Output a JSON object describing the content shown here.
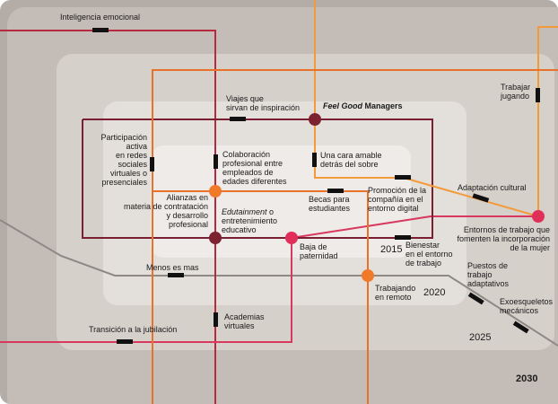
{
  "colors": {
    "background": "#b4aca6",
    "ring_2030": "#c4bdb7",
    "ring_2025": "#d6d0cb",
    "ring_2020": "#e3dfdb",
    "ring_2015": "#eeebe8",
    "line_dark_red": "#7a1f31",
    "line_red": "#b8283f",
    "line_orange": "#f39a3b",
    "line_dark_orange": "#e8722a",
    "line_grey": "#8e8984",
    "station_dark_red": "#7d2231",
    "station_pink": "#e0305a",
    "station_orange": "#f07a2a",
    "tick": "#111111"
  },
  "years": [
    "2015",
    "2020",
    "2025",
    "2030"
  ],
  "labels": {
    "inteligencia": "Inteligencia emocional",
    "viajes_1": "Viajes que",
    "viajes_2": "sirvan de inspiración",
    "feel_good_it": "Feel Good",
    "feel_good_rest": " Managers",
    "participacion": [
      "Participación",
      "activa",
      "en redes",
      "sociales",
      "virtuales o",
      "presenciales"
    ],
    "colaboracion": [
      "Colaboración",
      "profesional entre",
      "empleados de",
      "edades diferentes"
    ],
    "cara_amable": [
      "Una cara amable",
      "detrás del sobre"
    ],
    "trabajar_jugando": [
      "Trabajar",
      "jugando"
    ],
    "adaptacion": "Adaptación cultural",
    "promocion": [
      "Promoción de la",
      "compañía en el",
      "entorno digital"
    ],
    "becas": [
      "Becas para",
      "estudiantes"
    ],
    "alianzas": [
      "Alianzas en",
      "materia de contratación",
      "y desarrollo",
      "profesional"
    ],
    "edutainment_it": "Edutainment",
    "edutainment_rest": " o",
    "edutainment_2": [
      "entretenimiento",
      "educativo"
    ],
    "entornos": [
      "Entornos de trabajo que",
      "fomenten la incorporación",
      "de la mujer"
    ],
    "baja": [
      "Baja de",
      "paternidad"
    ],
    "bienestar": [
      "Bienestar",
      "en el entorno",
      "de trabajo"
    ],
    "menos": "Menos es mas",
    "puestos": [
      "Puestos de",
      "trabajo",
      "adaptativos"
    ],
    "trabajando": [
      "Trabajando",
      "en remoto"
    ],
    "exoesqueletos": [
      "Exoesqueletos",
      "mecánicos"
    ],
    "academias": [
      "Academias",
      "virtuales"
    ],
    "transicion": "Transición a la jubilación"
  }
}
